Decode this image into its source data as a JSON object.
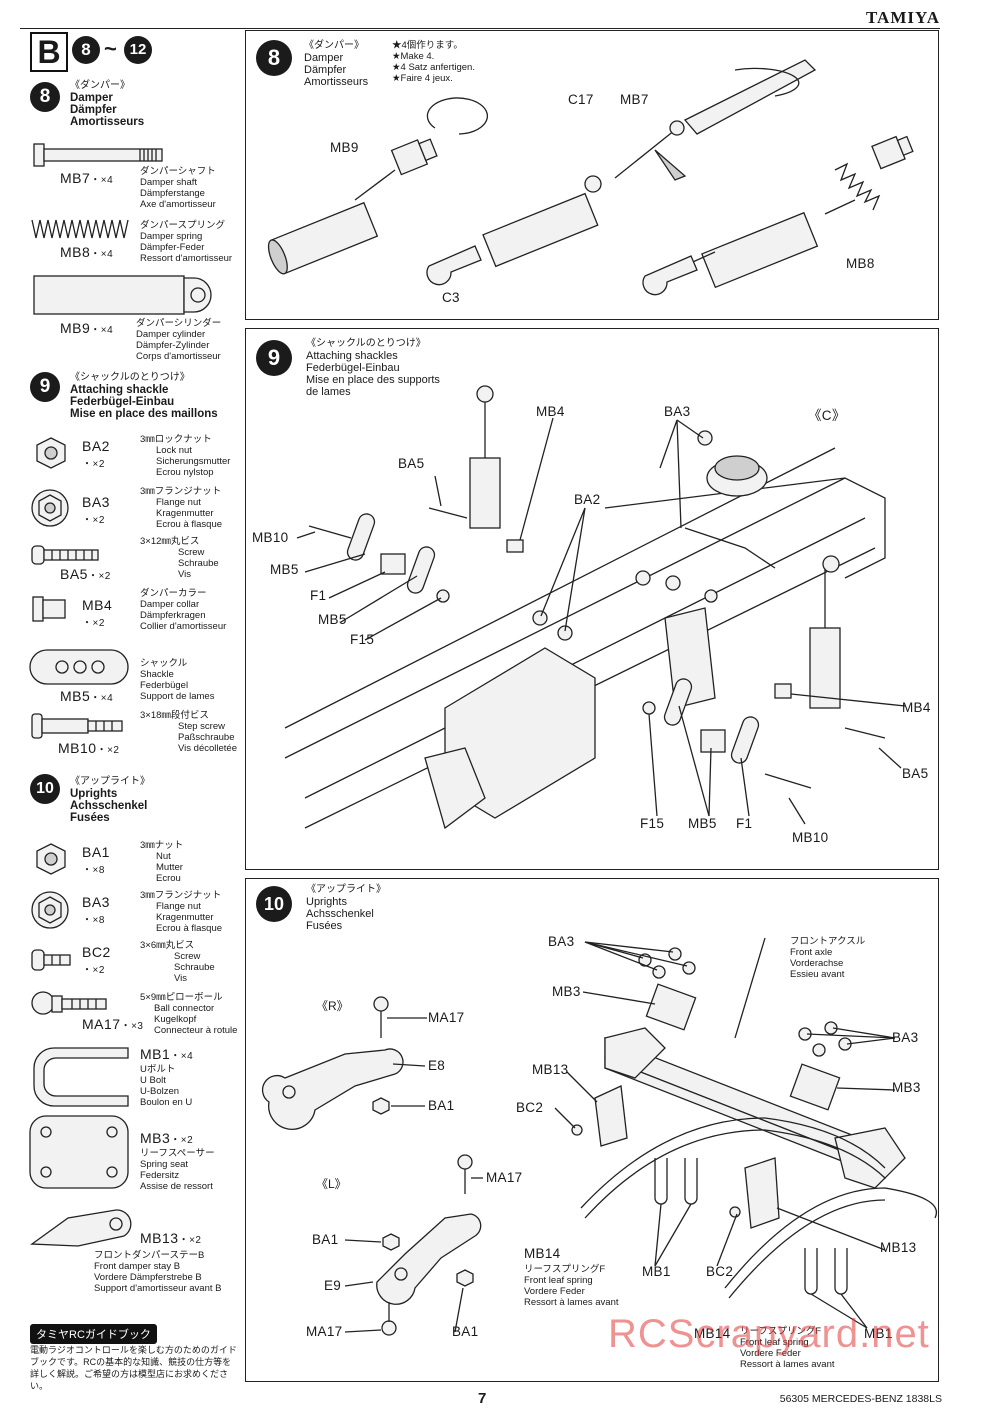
{
  "header": {
    "brand": "TAMIYA",
    "section_letter": "B",
    "range_from": "8",
    "range_to": "12"
  },
  "sidebar": {
    "step8": {
      "num": "8",
      "jp": "《ダンパー》",
      "en": "Damper",
      "de": "Dämpfer",
      "fr": "Amortisseurs",
      "parts": [
        {
          "name": "MB7",
          "qty": "・×4",
          "jp": "ダンパーシャフト",
          "en": "Damper shaft",
          "de": "Dämpferstange",
          "fr": "Axe d'amortisseur"
        },
        {
          "name": "MB8",
          "qty": "・×4",
          "jp": "ダンパースプリング",
          "en": "Damper spring",
          "de": "Dämpfer-Feder",
          "fr": "Ressort d'amortisseur"
        },
        {
          "name": "MB9",
          "qty": "・×4",
          "jp": "ダンパーシリンダー",
          "en": "Damper cylinder",
          "de": "Dämpfer-Zylinder",
          "fr": "Corps d'amortisseur"
        }
      ]
    },
    "step9": {
      "num": "9",
      "jp": "《シャックルのとりつけ》",
      "en": "Attaching shackle",
      "de": "Federbügel-Einbau",
      "fr": "Mise en place des maillons",
      "parts": [
        {
          "name": "BA2",
          "qty": "・×2",
          "jp": "3㎜ロックナット",
          "en": "Lock nut",
          "de": "Sicherungsmutter",
          "fr": "Ecrou nylstop"
        },
        {
          "name": "BA3",
          "qty": "・×2",
          "jp": "3㎜フランジナット",
          "en": "Flange nut",
          "de": "Kragenmutter",
          "fr": "Ecrou à flasque"
        },
        {
          "name": "BA5",
          "qty": "・×2",
          "jp": "3×12㎜丸ビス",
          "en": "Screw",
          "de": "Schraube",
          "fr": "Vis"
        },
        {
          "name": "MB4",
          "qty": "・×2",
          "jp": "ダンパーカラー",
          "en": "Damper collar",
          "de": "Dämpferkragen",
          "fr": "Collier d'amortisseur"
        },
        {
          "name": "MB5",
          "qty": "・×4",
          "jp": "シャックル",
          "en": "Shackle",
          "de": "Federbügel",
          "fr": "Support de lames"
        },
        {
          "name": "MB10",
          "qty": "・×2",
          "jp": "3×18㎜段付ビス",
          "en": "Step screw",
          "de": "Paßschraube",
          "fr": "Vis décolletée"
        }
      ]
    },
    "step10": {
      "num": "10",
      "jp": "《アップライト》",
      "en": "Uprights",
      "de": "Achsschenkel",
      "fr": "Fusées",
      "parts": [
        {
          "name": "BA1",
          "qty": "・×8",
          "jp": "3㎜ナット",
          "en": "Nut",
          "de": "Mutter",
          "fr": "Ecrou"
        },
        {
          "name": "BA3",
          "qty": "・×8",
          "jp": "3㎜フランジナット",
          "en": "Flange nut",
          "de": "Kragenmutter",
          "fr": "Ecrou à flasque"
        },
        {
          "name": "BC2",
          "qty": "・×2",
          "jp": "3×6㎜丸ビス",
          "en": "Screw",
          "de": "Schraube",
          "fr": "Vis"
        },
        {
          "name": "MA17",
          "qty": "・×3",
          "jp": "5×9㎜ピローボール",
          "en": "Ball connector",
          "de": "Kugelkopf",
          "fr": "Connecteur à rotule"
        },
        {
          "name": "MB1",
          "qty": "・×4",
          "jp": "Uボルト",
          "en": "U Bolt",
          "de": "U-Bolzen",
          "fr": "Boulon en U"
        },
        {
          "name": "MB3",
          "qty": "・×2",
          "jp": "リーフスペーサー",
          "en": "Spring seat",
          "de": "Federsitz",
          "fr": "Assise de ressort"
        },
        {
          "name": "MB13",
          "qty": "・×2",
          "jp": "フロントダンパーステーB",
          "en": "Front damper stay B",
          "de": "Vordere Dämpferstrebe B",
          "fr": "Support d'amortisseur avant B"
        }
      ]
    },
    "guide": {
      "title": "タミヤRCガイドブック",
      "text": "電動ラジオコントロールを楽しむ方のためのガイドブックです。RCの基本的な知識、競技の仕方等を詳しく解説。ご希望の方は模型店にお求めください。"
    }
  },
  "panel8": {
    "num": "8",
    "jp": "《ダンパー》",
    "en": "Damper",
    "de": "Dämpfer",
    "fr": "Amortisseurs",
    "note_jp": "★4個作ります。",
    "note_en": "★Make 4.",
    "note_de": "★4 Satz anfertigen.",
    "note_fr": "★Faire 4 jeux.",
    "callouts": {
      "mb9": "MB9",
      "c17": "C17",
      "mb7": "MB7",
      "c3": "C3",
      "mb8": "MB8"
    }
  },
  "panel9": {
    "num": "9",
    "jp": "《シャックルのとりつけ》",
    "en": "Attaching shackles",
    "de": "Federbügel-Einbau",
    "fr1": "Mise en place des supports",
    "fr2": "de lames",
    "callouts": {
      "mb4a": "MB4",
      "ba3": "BA3",
      "c": "《C》",
      "ba5a": "BA5",
      "ba2": "BA2",
      "mb10a": "MB10",
      "mb5a": "MB5",
      "f1a": "F1",
      "mb5b": "MB5",
      "f15a": "F15",
      "mb4b": "MB4",
      "ba5b": "BA5",
      "f15b": "F15",
      "mb5c": "MB5",
      "f1b": "F1",
      "mb10b": "MB10"
    }
  },
  "panel10": {
    "num": "10",
    "jp": "《アップライト》",
    "en": "Uprights",
    "de": "Achsschenkel",
    "fr": "Fusées",
    "r": "《R》",
    "l": "《L》",
    "axle_jp": "フロントアクスル",
    "axle_en": "Front axle",
    "axle_de": "Vorderachse",
    "axle_fr": "Essieu avant",
    "leaf_jp": "リーフスプリングF",
    "leaf_en": "Front leaf spring",
    "leaf_de": "Vordere Feder",
    "leaf_fr": "Ressort à lames avant",
    "leaf2_jp": "リーフスプリングF",
    "leaf2_en": "Front leaf spring",
    "leaf2_de": "Vordere Feder",
    "leaf2_fr": "Ressort à lames avant",
    "callouts": {
      "ma17a": "MA17",
      "e8": "E8",
      "ba1a": "BA1",
      "ma17b": "MA17",
      "ba1b": "BA1",
      "e9": "E9",
      "ma17c": "MA17",
      "ba1c": "BA1",
      "ba3a": "BA3",
      "mb3a": "MB3",
      "mb13a": "MB13",
      "bc2a": "BC2",
      "ba3b": "BA3",
      "mb3b": "MB3",
      "mb14a": "MB14",
      "mb1a": "MB1",
      "bc2b": "BC2",
      "mb13b": "MB13",
      "mb14b": "MB14",
      "mb1b": "MB1"
    }
  },
  "footer": {
    "page": "7",
    "model": "56305 MERCEDES-BENZ 1838LS",
    "watermark": "RCScrapyard.net"
  }
}
